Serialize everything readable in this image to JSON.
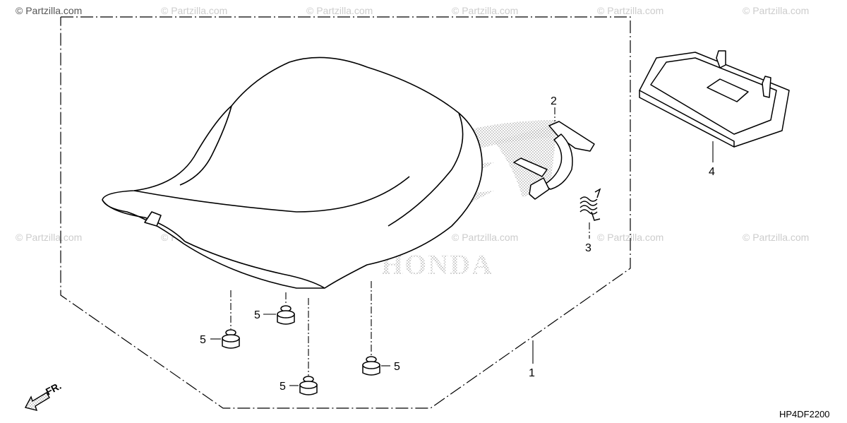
{
  "watermark": {
    "primary": "© Partzilla.com",
    "repeat": "© Partzilla.com"
  },
  "callouts": {
    "part1": "1",
    "part2": "2",
    "part3": "3",
    "part4": "4",
    "part5": "5"
  },
  "background_logo": {
    "wordmark": "HONDA"
  },
  "direction_indicator": {
    "label": "FR."
  },
  "diagram_code": "HP4DF2200",
  "colors": {
    "line": "#000000",
    "watermark": "#c9c9c9",
    "logo_dots": "#b9b9b9"
  }
}
